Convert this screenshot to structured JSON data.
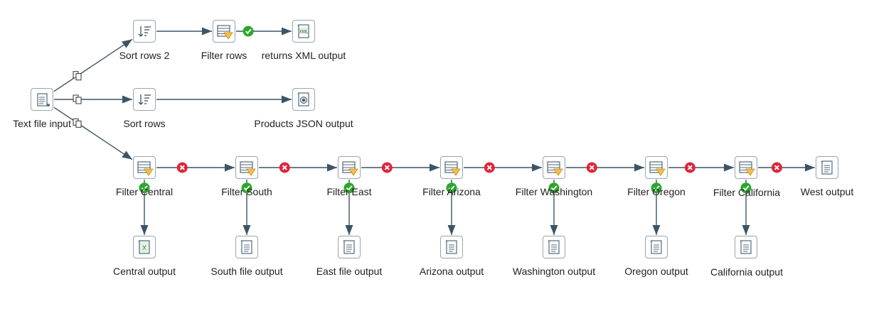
{
  "steps": {
    "text_file_input": "Text file input",
    "sort_rows_2": "Sort rows 2",
    "filter_rows": "Filter rows",
    "xml_output": "returns XML output",
    "sort_rows": "Sort rows",
    "json_output": "Products JSON output",
    "filter_central": "Filter Central",
    "filter_south": "Filter South",
    "filter_east": "Filter East",
    "filter_arizona": "Filter Arizona",
    "filter_washington": "Filter Washington",
    "filter_oregon": "Filter Oregon",
    "filter_california": "Filter California",
    "west_output": "West output",
    "central_output": "Central output",
    "south_output": "South file output",
    "east_output": "East file output",
    "arizona_output": "Arizona output",
    "washington_output": "Washington output",
    "oregon_output": "Oregon output",
    "california_output": "California output"
  },
  "icon_labels": {
    "xml": "XML",
    "excel": "X"
  },
  "colors": {
    "hop": "#3d5466",
    "true": "#2aa82a",
    "false": "#e0253a",
    "filter_funnel": "#f5c04a",
    "excel": "#2e8b3e",
    "border": "#9aa5af"
  }
}
